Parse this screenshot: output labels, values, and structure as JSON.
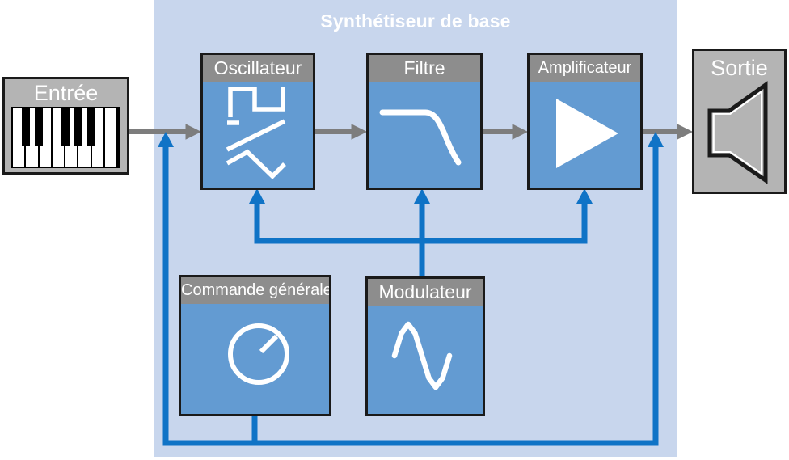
{
  "title": "Synthétiseur de base",
  "blocks": {
    "entree": {
      "label": "Entrée",
      "icon": "piano-keyboard-icon"
    },
    "oscillateur": {
      "label": "Oscillateur",
      "icon": "oscillator-waveforms-icon"
    },
    "filtre": {
      "label": "Filtre",
      "icon": "lowpass-filter-curve-icon"
    },
    "amplificateur": {
      "label": "Amplificateur",
      "icon": "amplifier-triangle-icon"
    },
    "sortie": {
      "label": "Sortie",
      "icon": "speaker-icon"
    },
    "commande": {
      "label": "Commande générale",
      "icon": "knob-icon"
    },
    "modulateur": {
      "label": "Modulateur",
      "icon": "sine-wave-icon"
    }
  },
  "connections": {
    "signal_flow": [
      "Entrée → Oscillateur",
      "Oscillateur → Filtre",
      "Filtre → Amplificateur",
      "Amplificateur → Sortie"
    ],
    "modulation": [
      "Modulateur → Oscillateur",
      "Modulateur → Filtre",
      "Modulateur → Amplificateur"
    ],
    "master_control": [
      "Commande générale → liaison Entrée-Oscillateur",
      "Commande générale → liaison Amplificateur-Sortie"
    ]
  },
  "colors": {
    "panel_background": "#c8d6ed",
    "module_body": "#639bd2",
    "module_header": "#8d8d8d",
    "io_block": "#b4b4b4",
    "signal_arrow": "#7d7d7d",
    "control_arrow": "#0f73c6",
    "border": "#1a1a1a",
    "text": "#ffffff"
  }
}
